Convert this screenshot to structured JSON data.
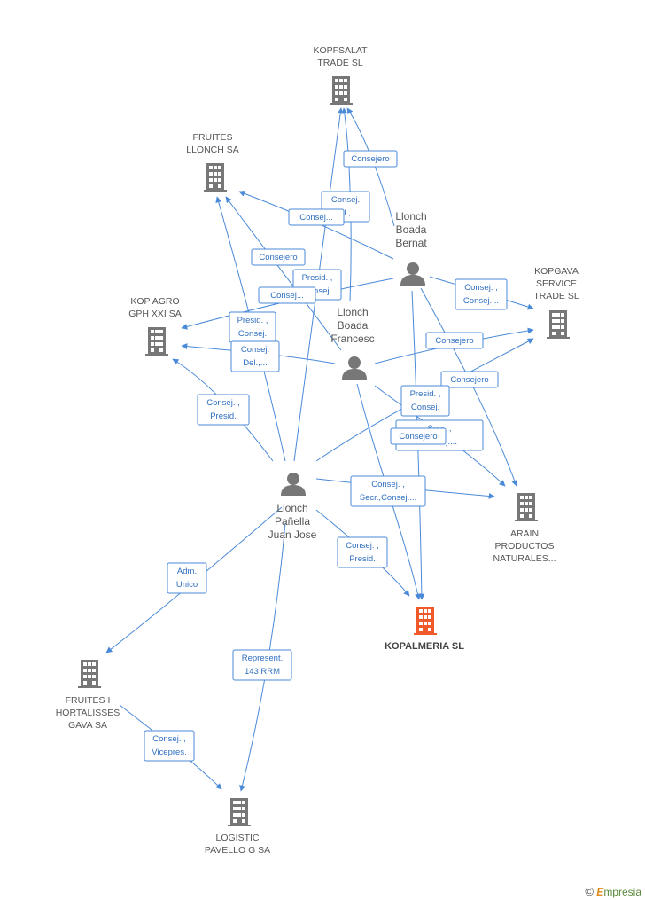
{
  "nodes": {
    "kopfsalat": {
      "type": "company",
      "label": [
        "KOPFSALAT",
        "TRADE SL"
      ]
    },
    "fruites_llonch": {
      "type": "company",
      "label": [
        "FRUITES",
        "LLONCH SA"
      ]
    },
    "kop_agro": {
      "type": "company",
      "label": [
        "KOP AGRO",
        "GPH XXI SA"
      ]
    },
    "kopgava": {
      "type": "company",
      "label": [
        "KOPGAVA",
        "SERVICE",
        "TRADE SL"
      ]
    },
    "arain": {
      "type": "company",
      "label": [
        "ARAIN",
        "PRODUCTOS",
        "NATURALES..."
      ]
    },
    "kopalmeria": {
      "type": "company-main",
      "label": [
        "KOPALMERIA SL"
      ]
    },
    "fruites_hortalisses": {
      "type": "company",
      "label": [
        "FRUITES I",
        "HORTALISSES",
        "GAVA SA"
      ]
    },
    "logistic": {
      "type": "company",
      "label": [
        "LOGISTIC",
        "PAVELLO G SA"
      ]
    },
    "bernat": {
      "type": "person",
      "label": [
        "Llonch",
        "Boada",
        "Bernat"
      ]
    },
    "francesc": {
      "type": "person",
      "label": [
        "Llonch",
        "Boada",
        "Francesc"
      ]
    },
    "juanjose": {
      "type": "person",
      "label": [
        "Llonch",
        "Pañella",
        "Juan Jose"
      ]
    }
  },
  "edge_labels": [
    [
      "Consejero"
    ],
    [
      "Consej.",
      "Del.,..."
    ],
    [
      "Consej..."
    ],
    [
      "Consejero"
    ],
    [
      "Presid. ,",
      "Consej."
    ],
    [
      "Consej..."
    ],
    [
      "Consej. ,",
      "Consej...."
    ],
    [
      "Presid. ,",
      "Consej."
    ],
    [
      "Consej.",
      "Del.,..."
    ],
    [
      "Consejero"
    ],
    [
      "Consejero"
    ],
    [
      "Consej. ,",
      "Presid."
    ],
    [
      "Presid. ,",
      "Consej."
    ],
    [
      "Secr. ,",
      "Consej...."
    ],
    [
      "Consejero"
    ],
    [
      "Consej. ,",
      "Secr.,Consej...."
    ],
    [
      "Consej. ,",
      "Presid."
    ],
    [
      "Adm.",
      "Unico"
    ],
    [
      "Represent.",
      "143 RRM"
    ],
    [
      "Consej. ,",
      "Vicepres."
    ]
  ],
  "colors": {
    "edge": "#4a8ad8",
    "company": "#777777",
    "company_main": "#f05a2a",
    "person": "#777777"
  },
  "brand": {
    "copyright": "©",
    "initial": "E",
    "rest": "mpresia"
  }
}
